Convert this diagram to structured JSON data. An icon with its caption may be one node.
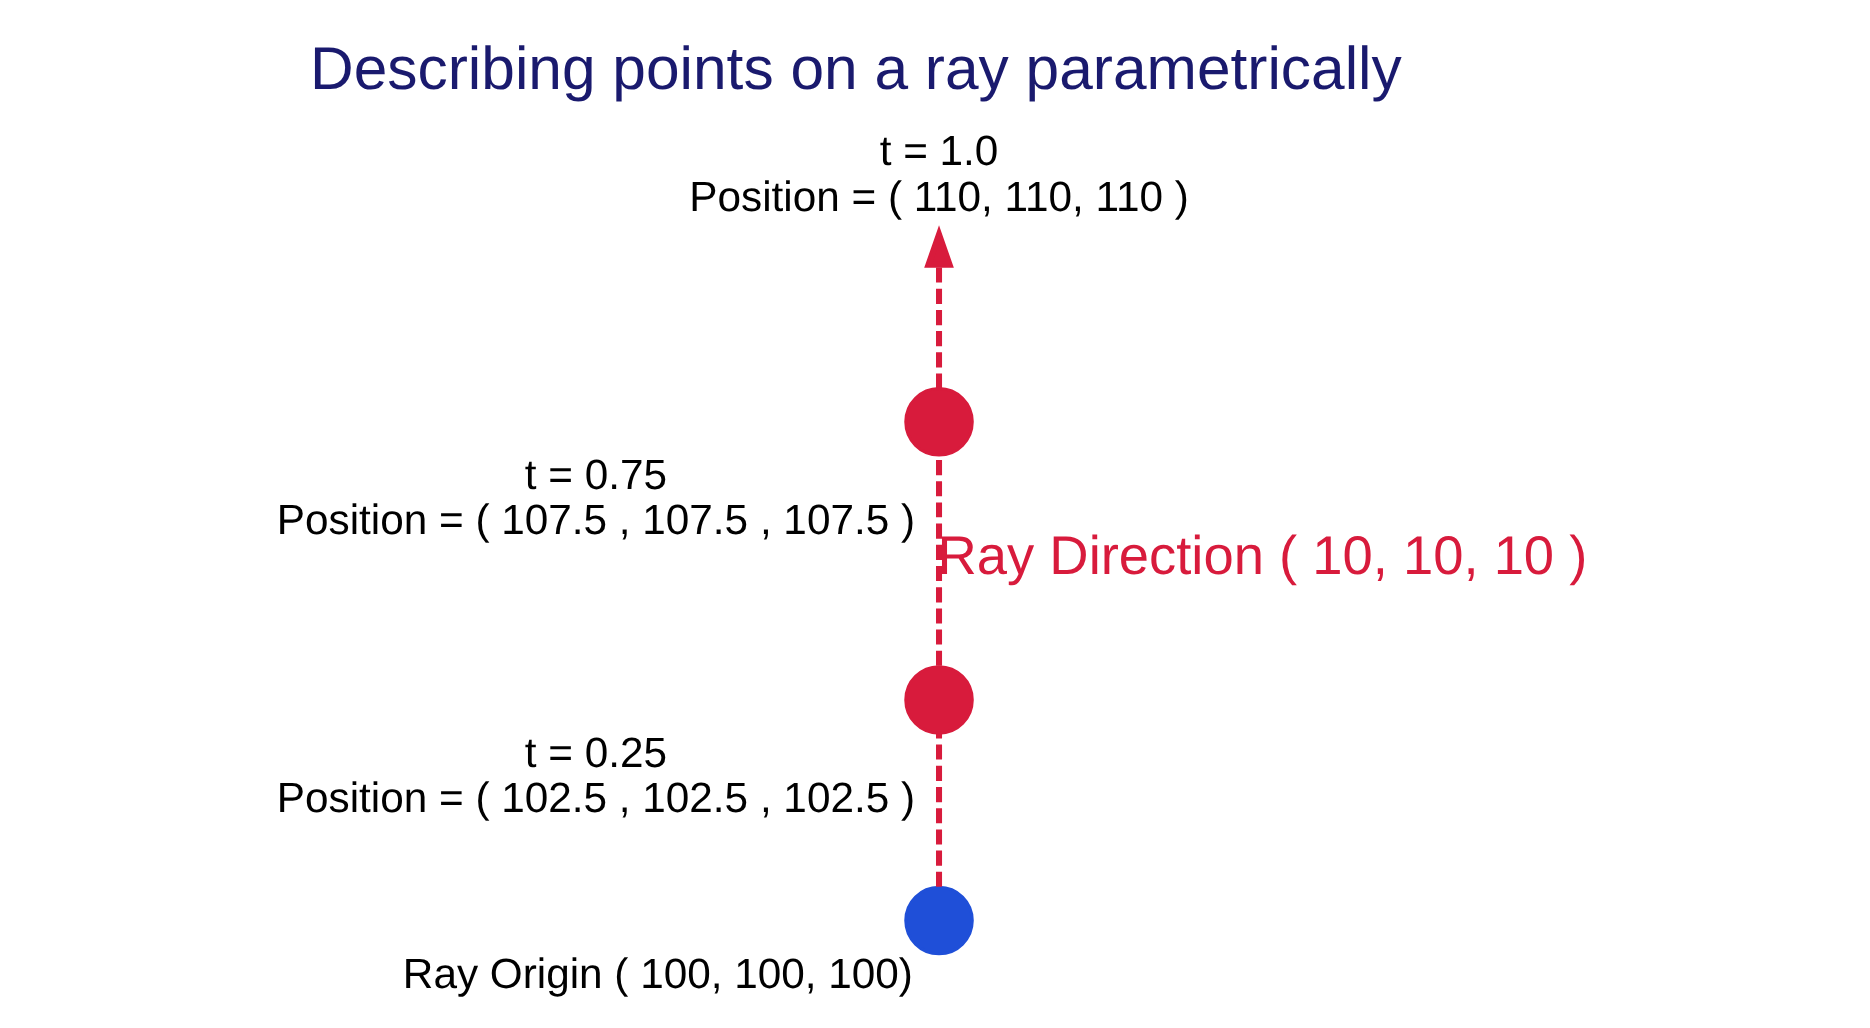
{
  "diagram": {
    "title": "Describing points on a ray parametrically",
    "nodes": [
      {
        "text": [],
        "shape": "circle",
        "beside": [
          "Ray Origin ( 100, 100, 100)"
        ]
      },
      {
        "text": [],
        "shape": "circle",
        "beside": [
          "t = 0.25",
          "Position = ( 102.5 , 102.5 , 102.5 )"
        ]
      },
      {
        "text": [],
        "shape": "circle",
        "beside": [
          "t = 0.75",
          "Position = ( 107.5 , 107.5 , 107.5 )"
        ]
      },
      {
        "text": [
          "t = 1.0",
          "Position = ( 110, 110, 110 )"
        ]
      }
    ],
    "edges": [
      {
        "from": 0,
        "to": 1,
        "arrow": "none",
        "style": "dashed"
      },
      {
        "from": 1,
        "to": 2,
        "arrow": "none",
        "style": "dashed",
        "label": "Ray Direction ( 10, 10, 10 )"
      },
      {
        "from": 2,
        "to": 3,
        "arrow": "to",
        "style": "dashed"
      }
    ]
  }
}
